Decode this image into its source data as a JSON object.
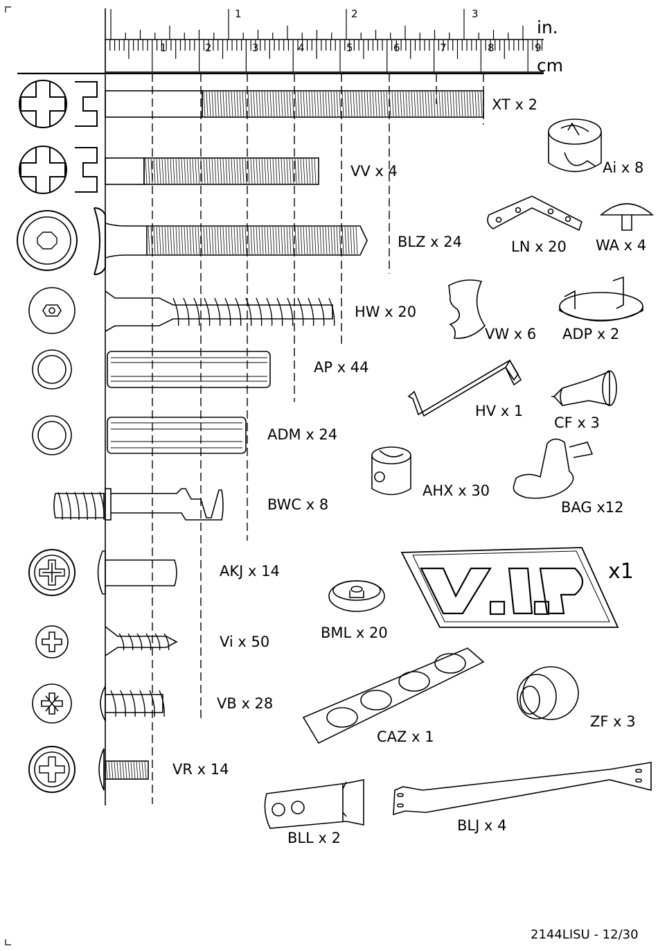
{
  "ruler": {
    "unit_in": "in.",
    "unit_cm": "cm",
    "inch_ticks": [
      "1",
      "2",
      "3"
    ],
    "cm_ticks": [
      "1",
      "2",
      "3",
      "4",
      "5",
      "6",
      "7",
      "8",
      "9"
    ]
  },
  "parts": [
    {
      "label": "XT x 2"
    },
    {
      "label": "VV x 4"
    },
    {
      "label": "BLZ x  24"
    },
    {
      "label": "HW x 20"
    },
    {
      "label": "AP x  44"
    },
    {
      "label": "ADM x 24"
    },
    {
      "label": "BWC x 8"
    },
    {
      "label": "AKJ x  14"
    },
    {
      "label": "Vi x 50"
    },
    {
      "label": "VB x  28"
    },
    {
      "label": "VR x 14"
    },
    {
      "label": "Ai x  8"
    },
    {
      "label": "LN x  20"
    },
    {
      "label": "WA x 4"
    },
    {
      "label": "VW x 6"
    },
    {
      "label": "ADP x 2"
    },
    {
      "label": "HV x  1"
    },
    {
      "label": "CF x 3"
    },
    {
      "label": "AHX x 30"
    },
    {
      "label": "BAG x12"
    },
    {
      "label": "BML x 20"
    },
    {
      "label": "CAZ x 1"
    },
    {
      "label": "ZF x   3"
    },
    {
      "label": "BLL x  2"
    },
    {
      "label": "BLJ x  4"
    }
  ],
  "vip": {
    "count": "x1"
  },
  "footer": {
    "page": "2144LISU - 12/30"
  }
}
